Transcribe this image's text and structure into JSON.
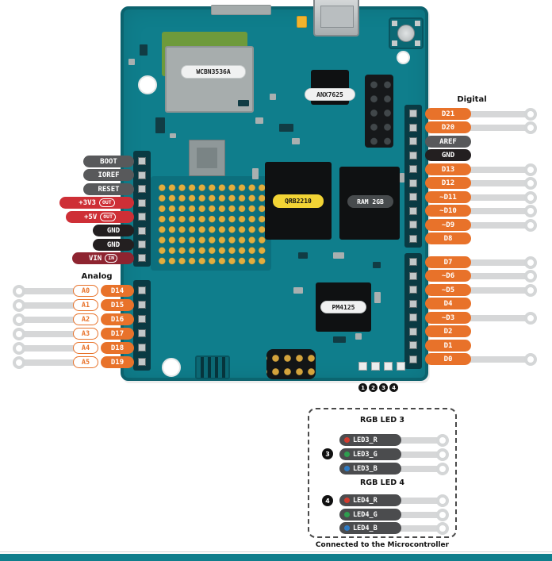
{
  "board": {
    "chips": {
      "wifi_module": "WCBN3536A",
      "bridge": "ANX7625",
      "soc": "QRB2210",
      "ram": "RAM 2GB",
      "pmic": "PM4125"
    },
    "led_numbers": [
      "1",
      "2",
      "3",
      "4"
    ]
  },
  "left_power": {
    "pins": [
      {
        "label": "BOOT"
      },
      {
        "label": "IOREF"
      },
      {
        "label": "RESET"
      },
      {
        "label": "+3V3",
        "tag": "OUT"
      },
      {
        "label": "+5V",
        "tag": "OUT"
      },
      {
        "label": "GND"
      },
      {
        "label": "GND"
      },
      {
        "label": "VIN",
        "tag": "IN"
      }
    ]
  },
  "analog": {
    "header": "Analog",
    "pins": [
      {
        "a": "A0",
        "d": "D14"
      },
      {
        "a": "A1",
        "d": "D15"
      },
      {
        "a": "A2",
        "d": "D16"
      },
      {
        "a": "A3",
        "d": "D17"
      },
      {
        "a": "A4",
        "d": "D18"
      },
      {
        "a": "A5",
        "d": "D19"
      }
    ]
  },
  "digital": {
    "header": "Digital",
    "pins": [
      {
        "label": "D21"
      },
      {
        "label": "D20"
      },
      {
        "label": "AREF"
      },
      {
        "label": "GND"
      },
      {
        "label": "D13"
      },
      {
        "label": "D12"
      },
      {
        "label": "~D11"
      },
      {
        "label": "~D10"
      },
      {
        "label": "~D9"
      },
      {
        "label": "D8"
      },
      {
        "label": "D7"
      },
      {
        "label": "~D6"
      },
      {
        "label": "~D5"
      },
      {
        "label": "D4"
      },
      {
        "label": "~D3"
      },
      {
        "label": "D2"
      },
      {
        "label": "D1"
      },
      {
        "label": "D0"
      }
    ]
  },
  "callout": {
    "groups": [
      {
        "title": "RGB LED 3",
        "badge": "3",
        "pins": [
          {
            "label": "LED3_R"
          },
          {
            "label": "LED3_G"
          },
          {
            "label": "LED3_B"
          }
        ]
      },
      {
        "title": "RGB LED 4",
        "badge": "4",
        "pins": [
          {
            "label": "LED4_R"
          },
          {
            "label": "LED4_G"
          },
          {
            "label": "LED4_B"
          }
        ]
      }
    ],
    "caption": "Connected to the Microcontroller"
  },
  "colors": {
    "board_teal": "#0F7E8C",
    "pin_orange": "#E8722A",
    "label_gray": "#58595B",
    "label_black": "#231F20",
    "power_red": "#CE2F36",
    "vin_red": "#8E2430",
    "led_red": "#D23B2E",
    "led_green": "#2E9E4F",
    "led_blue": "#2E7BC4",
    "chip_label_yellow": "#F2D435"
  }
}
